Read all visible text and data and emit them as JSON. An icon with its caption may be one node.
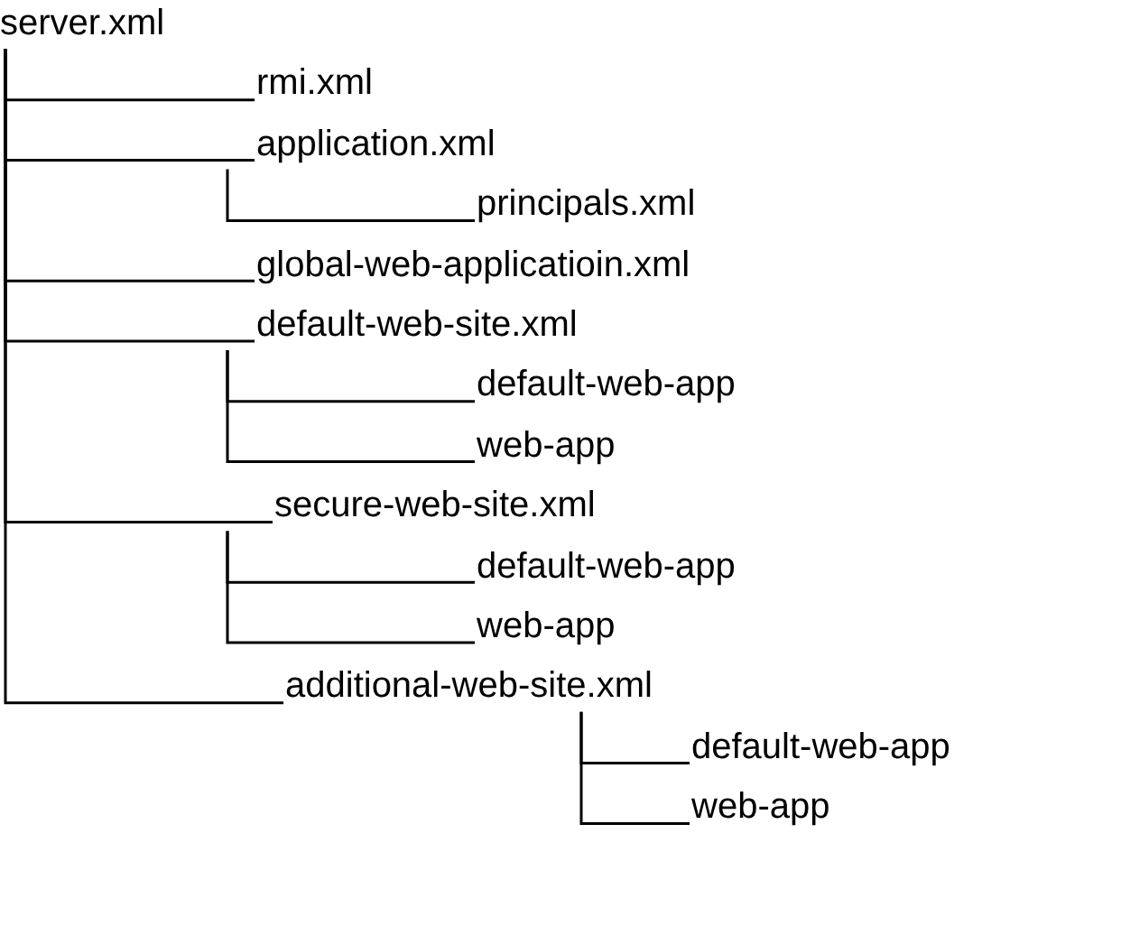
{
  "diagram": {
    "nodes": [
      {
        "text": [
          "server.xml"
        ]
      },
      {
        "text": [
          "rmi.xml"
        ]
      },
      {
        "text": [
          "application.xml"
        ]
      },
      {
        "text": [
          "principals.xml"
        ]
      },
      {
        "text": [
          "global-web-applicatioin.xml"
        ]
      },
      {
        "text": [
          "default-web-site.xml"
        ]
      },
      {
        "text": [
          "default-web-app"
        ]
      },
      {
        "text": [
          "web-app"
        ]
      },
      {
        "text": [
          "secure-web-site.xml"
        ]
      },
      {
        "text": [
          "default-web-app"
        ]
      },
      {
        "text": [
          "web-app"
        ]
      },
      {
        "text": [
          "additional-web-site.xml"
        ]
      },
      {
        "text": [
          "default-web-app"
        ]
      },
      {
        "text": [
          "web-app"
        ]
      }
    ],
    "edges": [
      {
        "from": 0,
        "to": 1,
        "arrow": "none"
      },
      {
        "from": 0,
        "to": 2,
        "arrow": "none"
      },
      {
        "from": 2,
        "to": 3,
        "arrow": "none"
      },
      {
        "from": 0,
        "to": 4,
        "arrow": "none"
      },
      {
        "from": 0,
        "to": 5,
        "arrow": "none"
      },
      {
        "from": 5,
        "to": 6,
        "arrow": "none"
      },
      {
        "from": 5,
        "to": 7,
        "arrow": "none"
      },
      {
        "from": 0,
        "to": 8,
        "arrow": "none"
      },
      {
        "from": 8,
        "to": 9,
        "arrow": "none"
      },
      {
        "from": 8,
        "to": 10,
        "arrow": "none"
      },
      {
        "from": 0,
        "to": 11,
        "arrow": "none"
      },
      {
        "from": 11,
        "to": 12,
        "arrow": "none"
      },
      {
        "from": 11,
        "to": 13,
        "arrow": "none"
      }
    ]
  }
}
